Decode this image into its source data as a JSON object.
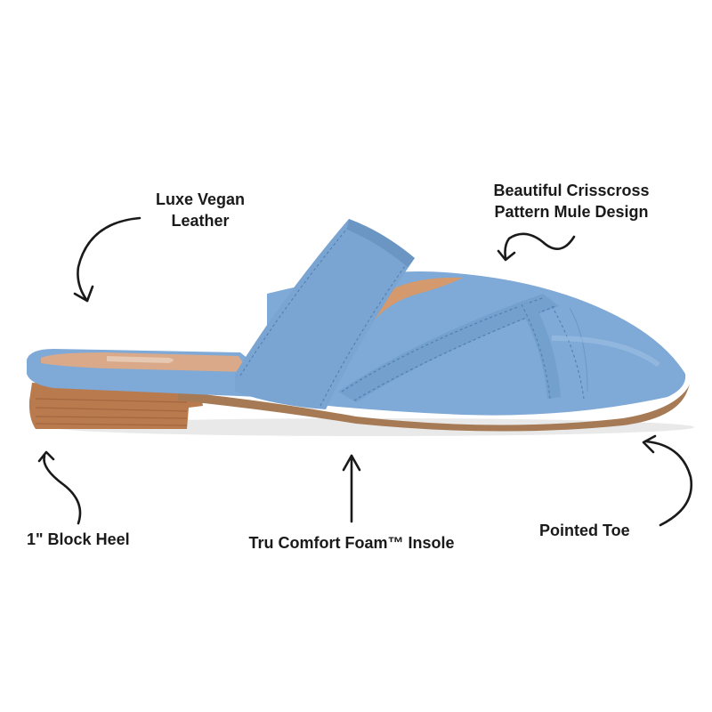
{
  "product": {
    "name": "Blue pointed-toe mule",
    "colors": {
      "upper": "#7fa9d6",
      "upper_shadow": "#6b95c3",
      "insole": "#d9a98a",
      "heel_wood": "#b97a4e",
      "sole": "#a57a55",
      "text": "#1a1a1a"
    }
  },
  "callouts": [
    {
      "id": "upper",
      "lines": [
        "Luxe Vegan",
        "Leather"
      ]
    },
    {
      "id": "design",
      "lines": [
        "Beautiful Crisscross",
        "Pattern Mule Design"
      ]
    },
    {
      "id": "heel",
      "lines": [
        "1\" Block Heel"
      ]
    },
    {
      "id": "insole",
      "lines": [
        "Tru Comfort Foam™ Insole"
      ]
    },
    {
      "id": "toe",
      "lines": [
        "Pointed Toe"
      ]
    }
  ]
}
